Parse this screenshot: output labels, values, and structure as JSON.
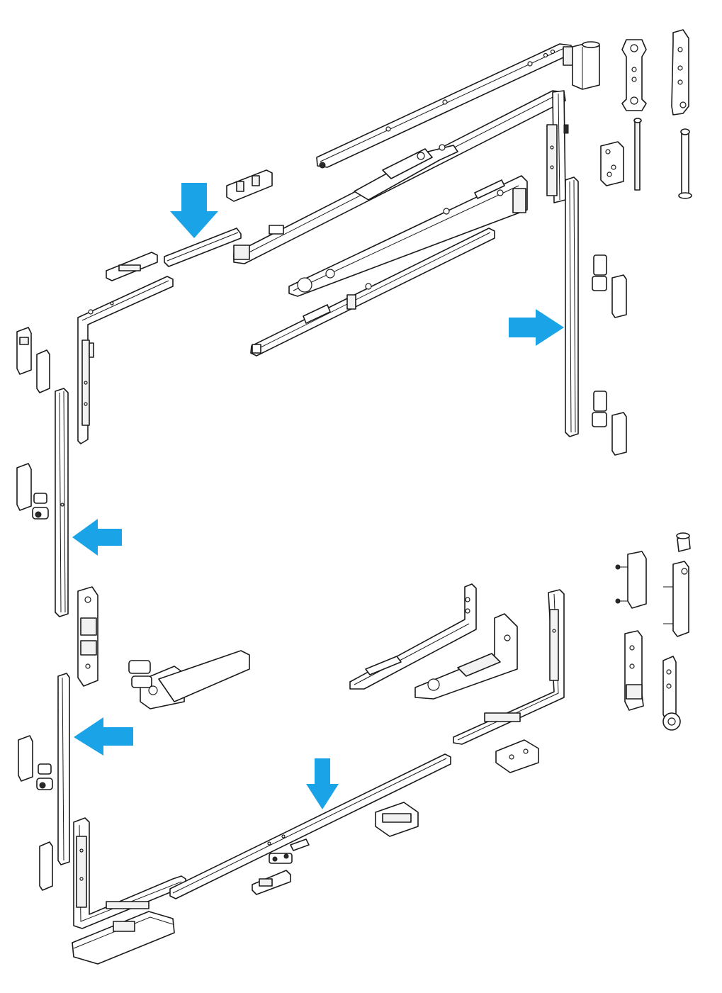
{
  "diagram": {
    "accent_color": "#1aa3e6",
    "line_color": "#1a1a1a",
    "background": "#ffffff",
    "arrows": [
      {
        "id": "arrow-top-left",
        "direction": "down"
      },
      {
        "id": "arrow-right-mid",
        "direction": "right"
      },
      {
        "id": "arrow-left-upper",
        "direction": "left"
      },
      {
        "id": "arrow-left-lower",
        "direction": "left"
      },
      {
        "id": "arrow-bottom-mid",
        "direction": "down"
      }
    ],
    "components": [
      "top-stay-arm",
      "top-corner-drive",
      "scissor-arm",
      "scissor-guide",
      "left-corner-drive",
      "left-center-rail",
      "left-lower-rail",
      "bottom-corner-drive",
      "bottom-rail",
      "right-rail",
      "right-corner-drive-lower",
      "window-handle",
      "corner-hinge-bracket",
      "hinge-pins",
      "keepers",
      "locking-cams"
    ]
  }
}
